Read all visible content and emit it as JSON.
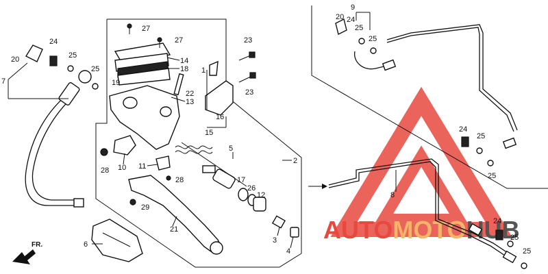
{
  "watermark": {
    "brand_part1": "AUTO",
    "brand_part2": "MOTO",
    "brand_part3": "HUB",
    "colors": {
      "red": "#e8493f",
      "orange": "#f5b46a",
      "triangle": "#e8493f",
      "gray": "#555555"
    }
  },
  "direction_label": "FR.",
  "labels": {
    "l27a": "27",
    "l27b": "27",
    "l14": "14",
    "l18": "18",
    "l19": "19",
    "l22": "22",
    "l13": "13",
    "l1": "1",
    "l16": "16",
    "l15": "15",
    "l23a": "23",
    "l23b": "23",
    "l24a": "24",
    "l25a": "25",
    "l25b": "25",
    "l20a": "20",
    "l7": "7",
    "l10": "10",
    "l28a": "28",
    "l11": "11",
    "l28b": "28",
    "l5": "5",
    "l2": "2",
    "l17": "17",
    "l26": "26",
    "l12": "12",
    "l29": "29",
    "l21": "21",
    "l6": "6",
    "l3": "3",
    "l4": "4",
    "l9": "9",
    "l20b": "20",
    "l24b": "24",
    "l25c": "25",
    "l25d": "25",
    "l24c": "24",
    "l25e": "25",
    "l25f": "25",
    "l8": "8",
    "l24d": "24",
    "l25g": "25",
    "l25h": "25"
  }
}
